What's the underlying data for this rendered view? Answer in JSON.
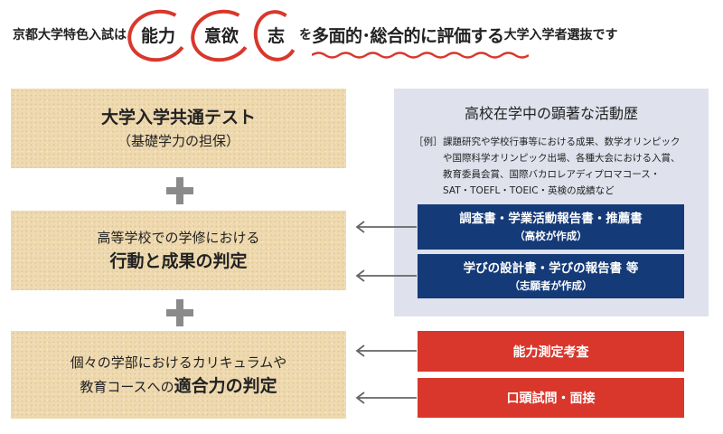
{
  "headline": {
    "prefix": "京都大学特色入試は",
    "circled": [
      "能力",
      "意欲",
      "志"
    ],
    "particle": "を",
    "emphasis": "多面的･総合的に評価する",
    "suffix": "大学入学者選抜です",
    "accent_color": "#d9372c"
  },
  "left_boxes": [
    {
      "line1": "大学入学共通テスト",
      "line2": "（基礎学力の担保）"
    },
    {
      "line1": "高等学校での学修における",
      "line2": "行動と成果の判定"
    },
    {
      "line1": "個々の学部におけるカリキュラムや",
      "line2_prefix": "教育コースへの",
      "line2_bold": "適合力の判定"
    }
  ],
  "panel": {
    "title": "高校在学中の顕著な活動歴",
    "example_label": "［例］",
    "example_text": "課題研究や学校行事等における成果、数学オリンピックや国際科学オリンピック出場、各種大会における入賞、教育委員会賞、国際バカロレアディプロマコース・SAT・TOEFL・TOEIC・英検の成績など"
  },
  "blue_boxes": [
    {
      "title": "調査書・学業活動報告書・推薦書",
      "sub": "（高校が作成）"
    },
    {
      "title": "学びの設計書・学びの報告書 等",
      "sub": "（志願者が作成）"
    }
  ],
  "red_boxes": [
    {
      "title": "能力測定考査"
    },
    {
      "title": "口頭試問・面接"
    }
  ],
  "colors": {
    "navy": "#143a78",
    "red": "#d9372c",
    "panel": "#dfe1ec",
    "paper": "#eed9b0"
  }
}
